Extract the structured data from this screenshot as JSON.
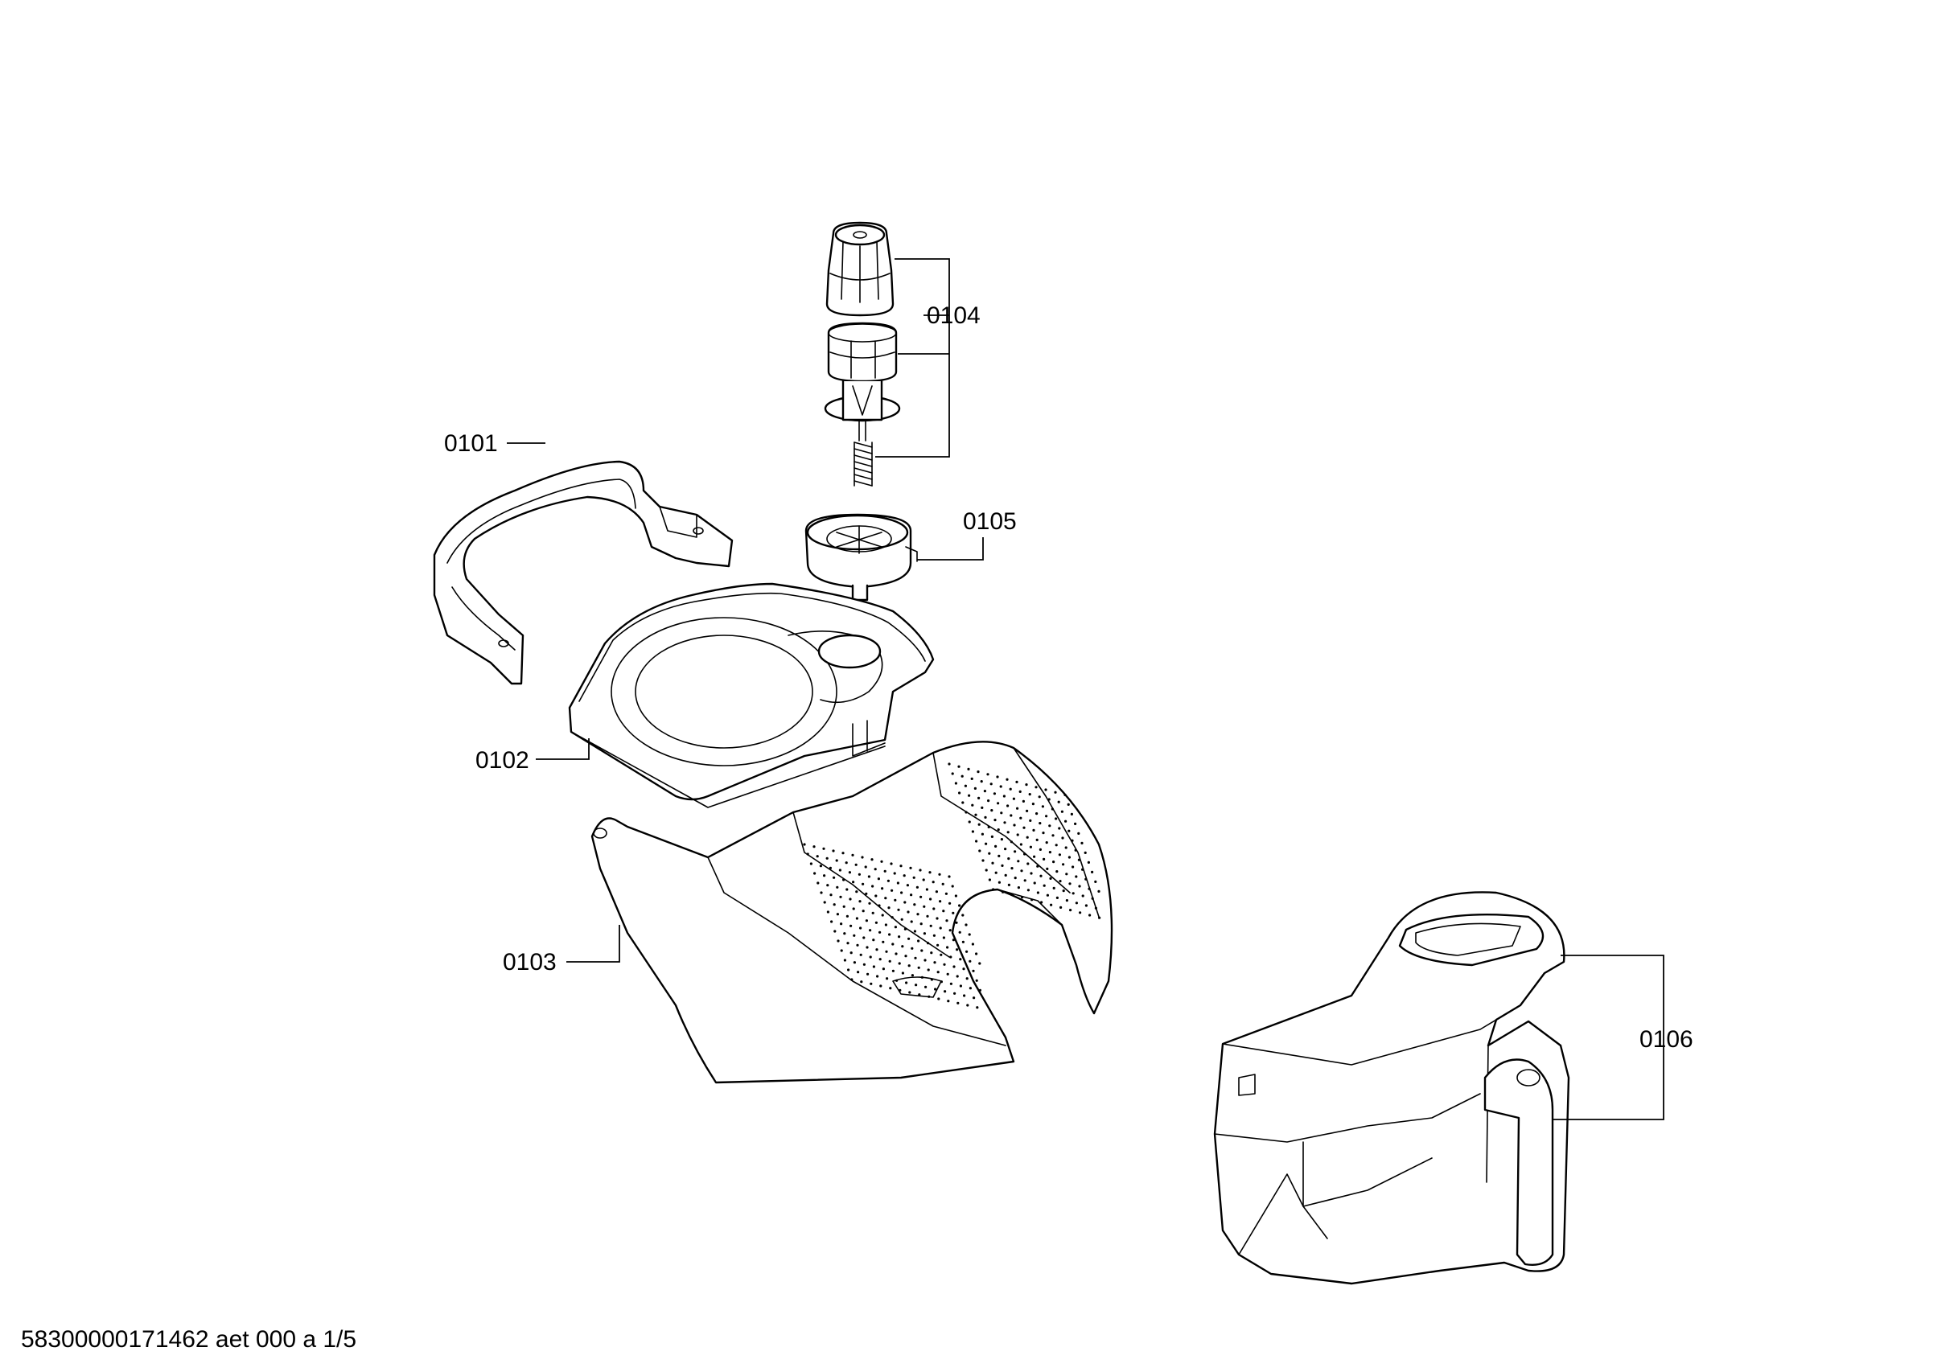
{
  "diagram": {
    "callouts": [
      {
        "id": "0101",
        "label": "0101"
      },
      {
        "id": "0102",
        "label": "0102"
      },
      {
        "id": "0103",
        "label": "0103"
      },
      {
        "id": "0104",
        "label": "0104"
      },
      {
        "id": "0105",
        "label": "0105"
      },
      {
        "id": "0106",
        "label": "0106"
      }
    ],
    "parts": [
      "handle",
      "lid-cover",
      "housing-shell",
      "knob-assembly",
      "valve-cup",
      "water-tank"
    ]
  },
  "footer": {
    "doc_code": "58300000171462 aet 000 a 1/5"
  }
}
